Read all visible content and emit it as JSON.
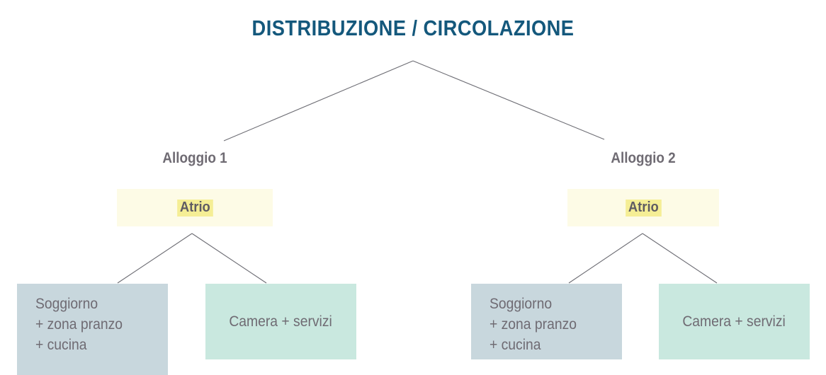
{
  "diagram": {
    "title": "DISTRIBUZIONE / CIRCOLAZIONE",
    "colors": {
      "title": "#14587c",
      "text": "#6f6b73",
      "connector": "#6d6d74",
      "atrio_box": "#fdfbe6",
      "atrio_highlight": "#f5ee95",
      "living_box": "#c8d7dd",
      "room_box": "#c9e8df",
      "background": "#ffffff"
    },
    "units": [
      {
        "label": "Alloggio 1",
        "atrio": "Atrio",
        "living": {
          "line1": "Soggiorno",
          "line2": "+ zona pranzo",
          "line3": "+ cucina"
        },
        "room": "Camera + servizi"
      },
      {
        "label": "Alloggio 2",
        "atrio": "Atrio",
        "living": {
          "line1": "Soggiorno",
          "line2": "+ zona pranzo",
          "line3": "+ cucina"
        },
        "room": "Camera + servizi"
      }
    ]
  }
}
